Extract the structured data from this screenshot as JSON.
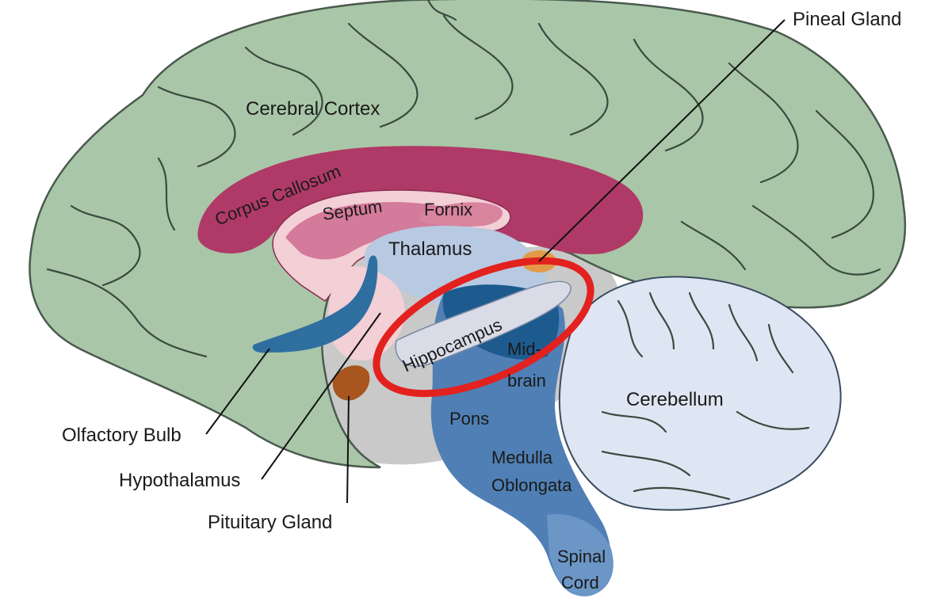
{
  "labels": {
    "cerebral_cortex": "Cerebral Cortex",
    "corpus_callosum": "Corpus Callosum",
    "septum": "Septum",
    "fornix": "Fornix",
    "thalamus": "Thalamus",
    "pineal_gland": "Pineal Gland",
    "hippocampus": "Hippocampus",
    "midbrain_1": "Mid-",
    "midbrain_2": "brain",
    "cerebellum": "Cerebellum",
    "pons": "Pons",
    "medulla_1": "Medulla",
    "medulla_2": "Oblongata",
    "spinal_1": "Spinal",
    "spinal_2": "Cord",
    "olfactory_bulb": "Olfactory Bulb",
    "hypothalamus": "Hypothalamus",
    "pituitary_gland": "Pituitary Gland"
  },
  "colors": {
    "cortex": "#a9c7a8",
    "corpus_callosum": "#b03a67",
    "septum": "#d47a9a",
    "inner_pink": "#f3cfd6",
    "thalamus": "#b8c9e2",
    "brainstem": "#4f7fb4",
    "brainstem_dark": "#1d5a8e",
    "cerebellum": "#dde6f2",
    "gray_base": "#c9c9c9",
    "pineal": "#e39a48",
    "pituitary": "#a8551e",
    "highlight_ring": "#e3211f"
  }
}
